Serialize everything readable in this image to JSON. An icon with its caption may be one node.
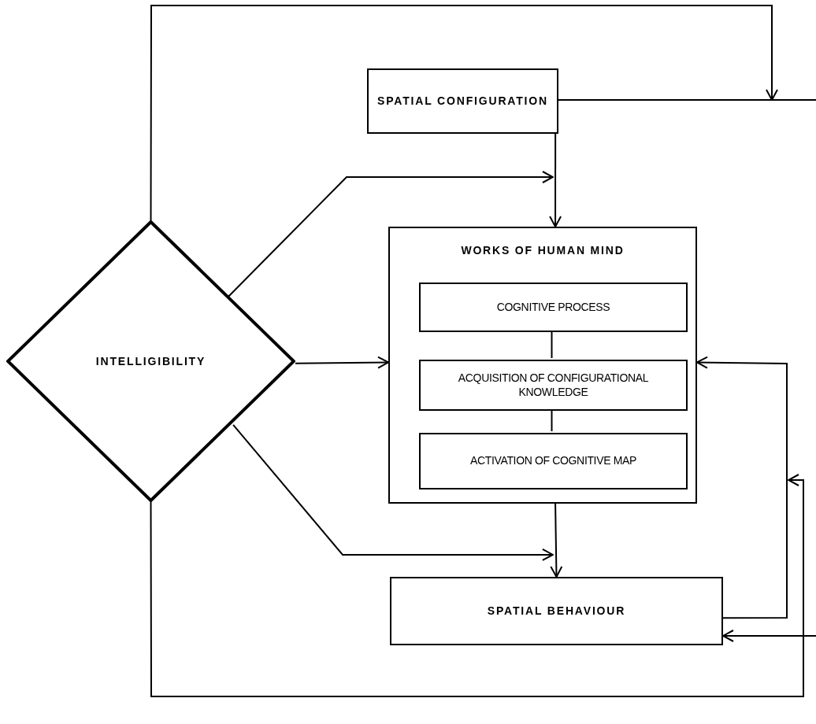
{
  "diagram": {
    "nodes": [
      {
        "text": [
          "SPATIAL CONFIGURATION"
        ]
      },
      {
        "text": [
          "INTELLIGIBILITY"
        ]
      },
      {
        "text": [
          "WORKS OF HUMAN MIND"
        ]
      },
      {
        "text": [
          "COGNITIVE PROCESS"
        ],
        "in": 2
      },
      {
        "text": [
          "ACQUISITION OF CONFIGURATIONAL KNOWLEDGE"
        ],
        "in": 2
      },
      {
        "text": [
          "ACTIVATION OF COGNITIVE MAP"
        ],
        "in": 2
      },
      {
        "text": [
          "SPATIAL BEHAVIOUR"
        ]
      }
    ],
    "edges": [
      {
        "from": 1,
        "to": null,
        "arrow": "to"
      },
      {
        "from": 0,
        "to": null,
        "arrow": "none"
      },
      {
        "from": 0,
        "to": 2,
        "arrow": "to"
      },
      {
        "from": 1,
        "to": null,
        "arrow": "to"
      },
      {
        "from": 1,
        "to": 2,
        "arrow": "to"
      },
      {
        "from": 1,
        "to": 6,
        "arrow": "to"
      },
      {
        "from": 2,
        "to": 6,
        "arrow": "to"
      },
      {
        "from": 6,
        "to": 2,
        "arrow": "to"
      },
      {
        "from": 1,
        "to": null,
        "arrow": "to"
      },
      {
        "from": null,
        "to": 6,
        "arrow": "to"
      },
      {
        "from": 3,
        "to": 4,
        "arrow": "none"
      },
      {
        "from": 4,
        "to": 5,
        "arrow": "none"
      }
    ]
  }
}
